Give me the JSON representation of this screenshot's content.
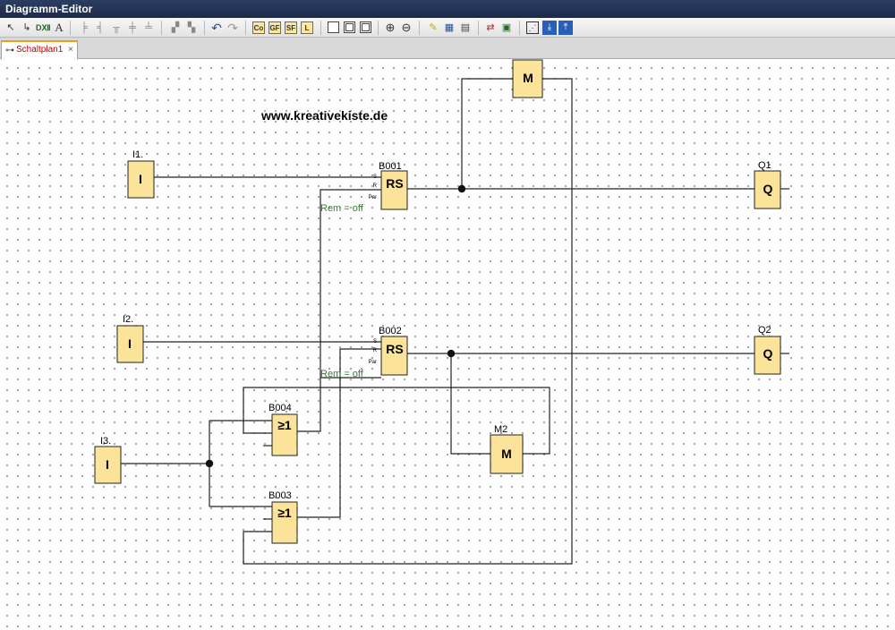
{
  "window": {
    "title": "Diagramm-Editor"
  },
  "tab": {
    "label": "Schaltplan1",
    "close": "×"
  },
  "watermark": "www.kreativekiste.de",
  "toolbar": {
    "co": "Co",
    "gf": "GF",
    "sf": "SF",
    "l": "L",
    "text_tool": "A"
  },
  "blocks": {
    "i1": {
      "name": "I1.",
      "symbol": "I"
    },
    "i2": {
      "name": "I2.",
      "symbol": "I"
    },
    "i3": {
      "name": "I3.",
      "symbol": "I"
    },
    "b001": {
      "name": "B001",
      "symbol": "RS",
      "pin_s": "S",
      "pin_r": "R",
      "pin_par": "Par",
      "param": "Rem = off"
    },
    "b002": {
      "name": "B002",
      "symbol": "RS",
      "pin_s": "S",
      "pin_r": "R",
      "pin_par": "Par",
      "param": "Rem = off"
    },
    "b003": {
      "name": "B003",
      "symbol": "≥1"
    },
    "b004": {
      "name": "B004",
      "symbol": "≥1"
    },
    "m": {
      "name": "",
      "symbol": "M"
    },
    "m2": {
      "name": "M2",
      "symbol": "M"
    },
    "q1": {
      "name": "Q1",
      "symbol": "Q"
    },
    "q2": {
      "name": "Q2",
      "symbol": "Q"
    }
  },
  "colors": {
    "block_fill": "#fbe39a",
    "param_text": "#3a7a3a",
    "tab_accent": "#e8a020"
  }
}
